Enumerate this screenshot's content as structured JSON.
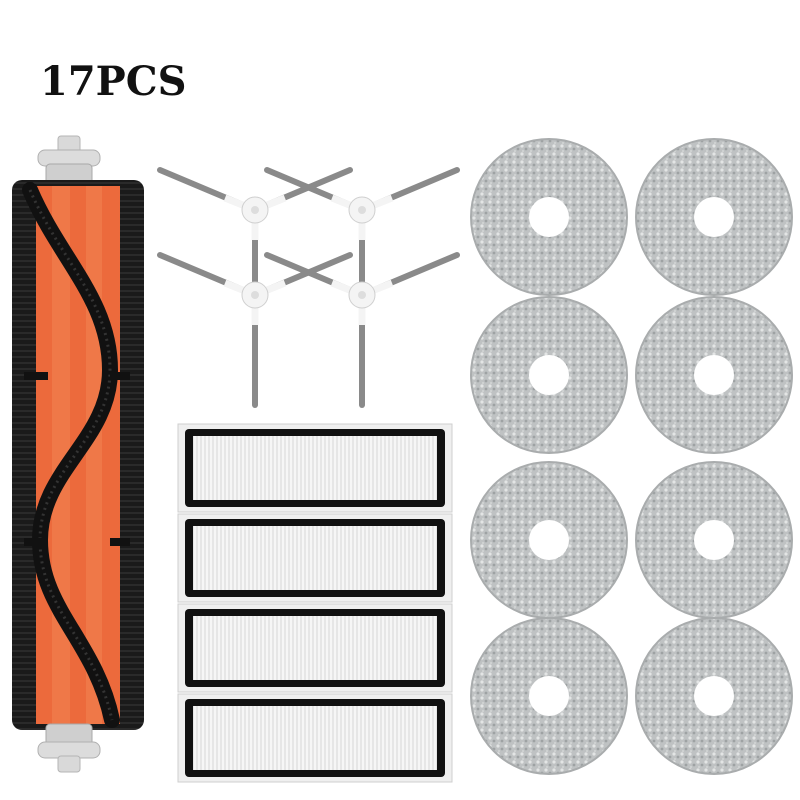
{
  "title": "17PCS",
  "items": {
    "main_brush": {
      "count": 1
    },
    "side_brushes": {
      "count": 4
    },
    "hepa_filters": {
      "count": 4
    },
    "mop_pads": {
      "count": 8
    }
  },
  "colors": {
    "brush_body": "#ec6a3c",
    "brush_bristle": "#1a1a1a",
    "brush_cap": "#d8d8d8",
    "side_brush_hub": "#f4f4f4",
    "side_brush_bristle": "#8a8a8a",
    "filter_frame": "#111111",
    "filter_media": "#f4f4f4",
    "mop_pad": "#b9bcbd"
  }
}
